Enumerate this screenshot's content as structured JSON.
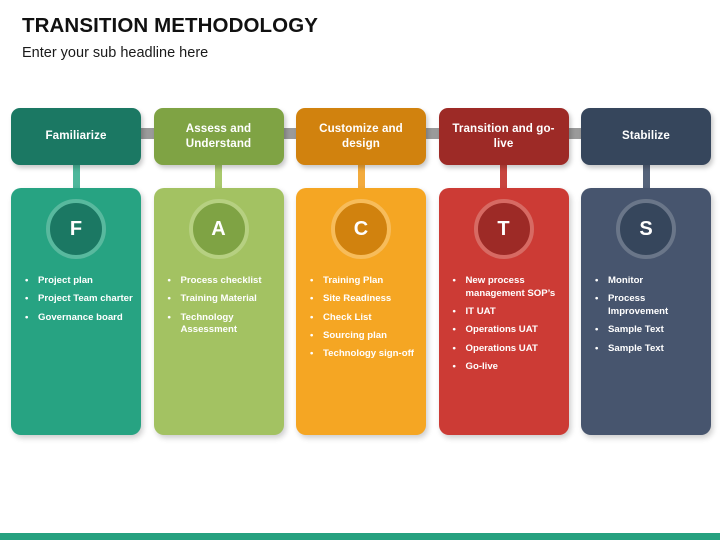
{
  "title": "TRANSITION METHODOLOGY",
  "subtitle": "Enter your sub headline here",
  "theme": {
    "bottom_bar_color": "#26a17f",
    "connector_color": "#9a9a9a",
    "text_color": "#ffffff",
    "bullet_glyph": "•"
  },
  "stages": [
    {
      "header": "Familiarize",
      "letter": "F",
      "header_color": "#1b7863",
      "card_color": "#27a382",
      "badge_color": "#1b7863",
      "badge_ring_color": "#58b99e",
      "stem_color": "#4db79b",
      "items": [
        "Project plan",
        "Project Team charter",
        "Governance board"
      ]
    },
    {
      "header": "Assess and Understand",
      "letter": "A",
      "header_color": "#7fa344",
      "card_color": "#a3c262",
      "badge_color": "#7fa344",
      "badge_ring_color": "#b6d081",
      "stem_color": "#a9c96c",
      "items": [
        "Process checklist",
        "Training Material",
        "Technology Assessment"
      ]
    },
    {
      "header": "Customize and design",
      "letter": "C",
      "header_color": "#d1820e",
      "card_color": "#f5a623",
      "badge_color": "#d1820e",
      "badge_ring_color": "#f7bc5a",
      "stem_color": "#f3ab3d",
      "items": [
        "Training Plan",
        "Site Readiness",
        "Check List",
        "Sourcing plan",
        "Technology sign-off"
      ]
    },
    {
      "header": "Transition and go-live",
      "letter": "T",
      "header_color": "#9d2a26",
      "card_color": "#cc3b35",
      "badge_color": "#9d2a26",
      "badge_ring_color": "#d76a63",
      "stem_color": "#c8453f",
      "items": [
        "New process management SOP’s",
        "IT UAT",
        "Operations UAT",
        "Operations UAT",
        "Go-live"
      ]
    },
    {
      "header": "Stabilize",
      "letter": "S",
      "header_color": "#36465c",
      "card_color": "#47556e",
      "badge_color": "#36465c",
      "badge_ring_color": "#6a7689",
      "stem_color": "#55637a",
      "items": [
        "Monitor",
        "Process Improvement",
        "Sample Text",
        "Sample Text"
      ]
    }
  ]
}
